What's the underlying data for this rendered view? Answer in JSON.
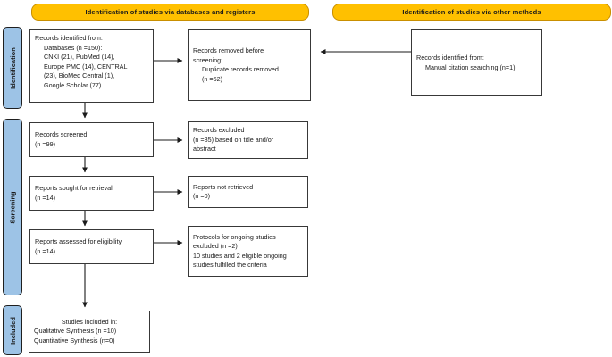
{
  "headers": {
    "left": "Identification of studies via databases and registers",
    "right": "Identification of studies via other methods"
  },
  "stages": {
    "identification": "Identification",
    "screening": "Screening",
    "included": "Included"
  },
  "boxes": {
    "records_identified": {
      "lines": [
        "Records identified from:",
        "Databases (n =150):",
        "CNKI (21), PubMed (14),",
        "Europe PMC (14), CENTRAL",
        "(23), BioMed Central (1),",
        "Google Scholar (77)"
      ]
    },
    "records_removed": {
      "lines": [
        "Records removed before",
        "screening:",
        "Duplicate records removed",
        "(n =52)"
      ]
    },
    "other_records_identified": {
      "lines": [
        "Records identified from:",
        "Manual citation searching (n=1)"
      ]
    },
    "records_screened": {
      "lines": [
        "Records screened",
        "(n =99)"
      ]
    },
    "records_excluded": {
      "lines": [
        "Records excluded",
        "(n =85) based on title and/or",
        "abstract"
      ]
    },
    "reports_sought": {
      "lines": [
        "Reports sought for retrieval",
        "(n =14)"
      ]
    },
    "reports_not_retrieved": {
      "lines": [
        "Reports not retrieved",
        "(n =0)"
      ]
    },
    "reports_assessed": {
      "lines": [
        "Reports assessed for eligibility",
        "(n =14)"
      ]
    },
    "reports_excluded": {
      "lines": [
        "Protocols for ongoing studies",
        "excluded (n =2)",
        "10 studies and 2 eligible ongoing",
        "studies fulfilled the criteria"
      ]
    },
    "studies_included": {
      "lines": [
        "Studies included in:",
        "Qualitative Synthesis (n =10)",
        "Quantitative Synthesis (n=0)"
      ]
    }
  },
  "colors": {
    "header_bg": "#FFC000",
    "header_border": "#c98f00",
    "stage_bg": "#9DC3E6",
    "box_border": "#383838",
    "arrow": "#1a1a1a"
  }
}
